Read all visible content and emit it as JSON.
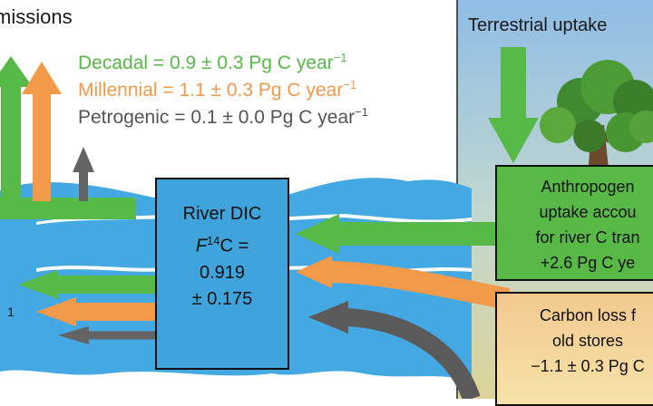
{
  "title": "missions",
  "legend": [
    {
      "label": "Decadal = 0.9 ± 0.3 Pg C year",
      "exp": "−1",
      "color": "#57b947"
    },
    {
      "label": "Millennial = 1.1 ± 0.3 Pg C year",
      "exp": "−1",
      "color": "#f2994a"
    },
    {
      "label": "Petrogenic = 0.1 ± 0.0 Pg C year",
      "exp": "−1",
      "color": "#555555"
    }
  ],
  "terrestrial_label": "Terrestrial uptake",
  "river_box": {
    "line1": "River DIC",
    "f_symbol": "F",
    "f_sup": "14",
    "f_rest": "C =",
    "value": "0.919",
    "uncertainty": "± 0.175"
  },
  "anthro_box": {
    "line1": "Anthropogen",
    "line2": "uptake accou",
    "line3": "for river C tran",
    "line4": "+2.6 Pg C ye"
  },
  "loss_box": {
    "line1": "Carbon loss f",
    "line2": "old stores",
    "line3": "−1.1 ± 0.3 Pg C"
  },
  "footnote": "1",
  "colors": {
    "decadal": "#57b947",
    "millennial": "#f2994a",
    "petrogenic": "#636363",
    "river": "#45a9e3",
    "sky_top": "#89b8e3",
    "ground": "#d6d29a"
  },
  "icons": [
    "tree-icon"
  ]
}
